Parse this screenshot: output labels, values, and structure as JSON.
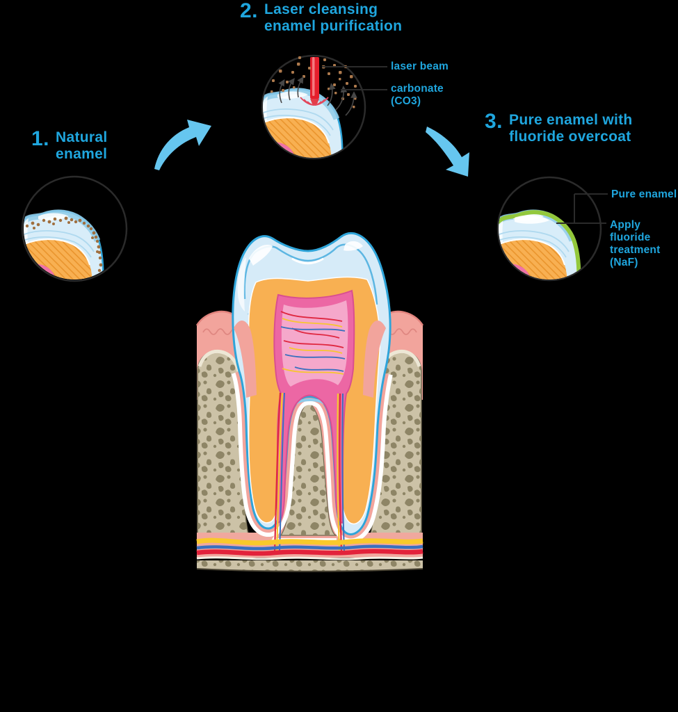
{
  "figure": {
    "description": "Laser enamel purification dental diagram",
    "background_color": "#000000",
    "accent_text_color": "#1FA6DE",
    "arrow_color": "#66C6EF",
    "leader_line_color": "#2B2B2B",
    "laser_color": "#E51E2C",
    "carbonate_particle_color": "#A9774B",
    "fluoride_layer_color": "#93C83C",
    "enamel_color": "#D8EDF9",
    "dentin_color": "#F8B052",
    "pulp_color": "#EE71A8",
    "gum_color": "#F2A49C",
    "bone_color": "#CCC2A7"
  },
  "steps": [
    {
      "number": "1.",
      "lines": [
        "Natural",
        "enamel"
      ]
    },
    {
      "number": "2.",
      "lines": [
        "Laser cleansing",
        "enamel purification"
      ]
    },
    {
      "number": "3.",
      "lines": [
        "Pure enamel with",
        "fluoride overcoat"
      ]
    }
  ],
  "annotations": {
    "laser_beam": "laser beam",
    "carbonate": [
      "carbonate",
      "(CO3)"
    ],
    "pure_enamel": "Pure enamel",
    "fluoride": [
      "Apply fluoride",
      "treatment",
      "(NaF)"
    ]
  }
}
